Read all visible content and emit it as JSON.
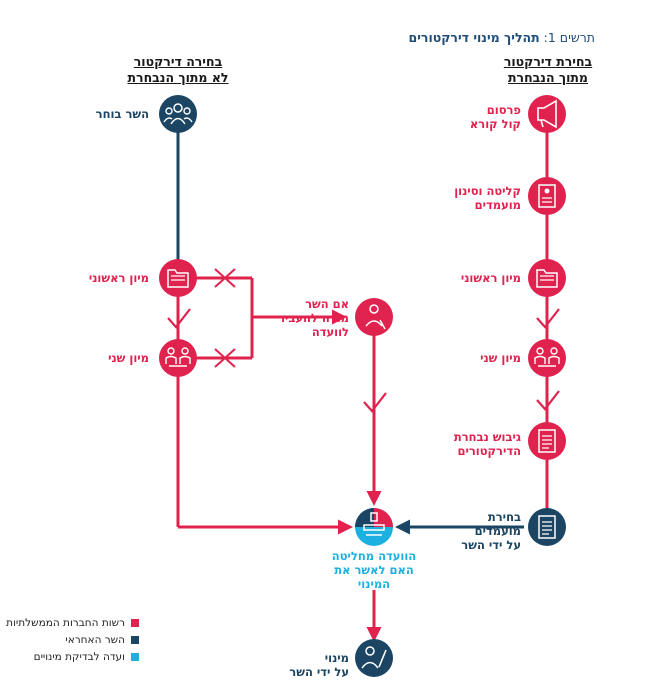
{
  "title": {
    "prefix": "תרשים 1:",
    "main": "תהליך מינוי דירקטורים"
  },
  "columns": {
    "right": {
      "line1": "בחירת דירקטור",
      "line2": "מתוך הנבחרת"
    },
    "left": {
      "line1": "בחירה דירקטור",
      "line2": "לא מתוך הנבחרת"
    }
  },
  "nodes": {
    "publish": {
      "line1": "פרסום",
      "line2": "קול קורא"
    },
    "intake": {
      "line1": "קליטה וסינון",
      "line2": "מועמדים"
    },
    "r_first": {
      "line1": "מיון ראשוני"
    },
    "r_second": {
      "line1": "מיון שני"
    },
    "team": {
      "line1": "גיבוש נבחרת",
      "line2": "הדירקטורים"
    },
    "minister_select": {
      "line1": "בחירת",
      "line2": "מועמדים",
      "line3": "על ידי השר"
    },
    "minister_chooses": {
      "line1": "השר בוחר"
    },
    "l_first": {
      "line1": "מיון ראשוני"
    },
    "l_second": {
      "line1": "מיון שני"
    },
    "if_minister": {
      "line1": "אם השר",
      "line2": "מורה להעביר",
      "line3": "לוועדה"
    },
    "committee": {
      "line1": "הוועדה מחליטה",
      "line2": "האם לאשר את",
      "line3": "המינוי"
    },
    "appoint": {
      "line1": "מינוי",
      "line2": "על ידי השר"
    }
  },
  "legend": [
    {
      "label": "רשות החברות הממשלתיות",
      "color": "#e0234e"
    },
    {
      "label": "השר האחראי",
      "color": "#1b4563"
    },
    {
      "label": "ועדה לבדיקת מינויים",
      "color": "#1cb0e0"
    }
  ],
  "colors": {
    "red": "#e0234e",
    "navy": "#1b4563",
    "cyan": "#1cb0e0"
  }
}
